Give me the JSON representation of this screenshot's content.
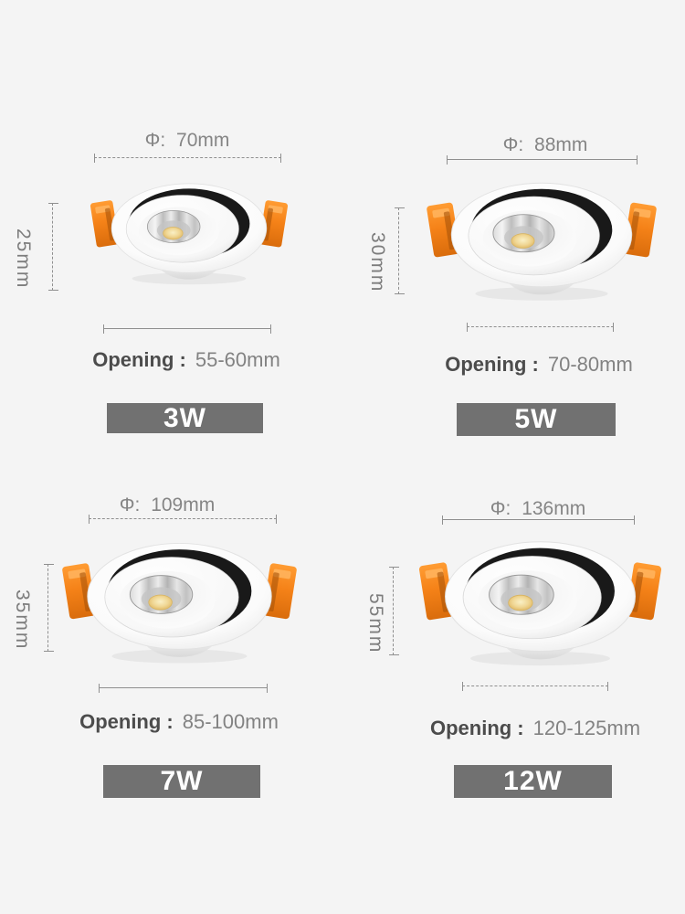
{
  "page": {
    "description": "LED recessed spotlight size specification sheet",
    "background_color": "#f4f4f4"
  },
  "colors": {
    "dimension_line_gray": "#8f8f8f",
    "diameter_text_gray": "#858585",
    "opening_label_dark": "#4c4c4c",
    "opening_value_gray": "#828282",
    "badge_background": "#717171",
    "badge_text": "#ffffff",
    "clip_orange": "#f58218",
    "lamp_white": "#ffffff"
  },
  "products": [
    {
      "wattage": "3W",
      "diameter": "Φ: 70mm",
      "height": "25mm",
      "opening_label": "Opening :",
      "opening_value": "55-60mm"
    },
    {
      "wattage": "5W",
      "diameter": "Φ: 88mm",
      "height": "30mm",
      "opening_label": "Opening :",
      "opening_value": "70-80mm"
    },
    {
      "wattage": "7W",
      "diameter": "Φ: 109mm",
      "height": "35mm",
      "opening_label": "Opening :",
      "opening_value": "85-100mm"
    },
    {
      "wattage": "12W",
      "diameter": "Φ: 136mm",
      "height": "55mm",
      "opening_label": "Opening :",
      "opening_value": "120-125mm"
    }
  ]
}
